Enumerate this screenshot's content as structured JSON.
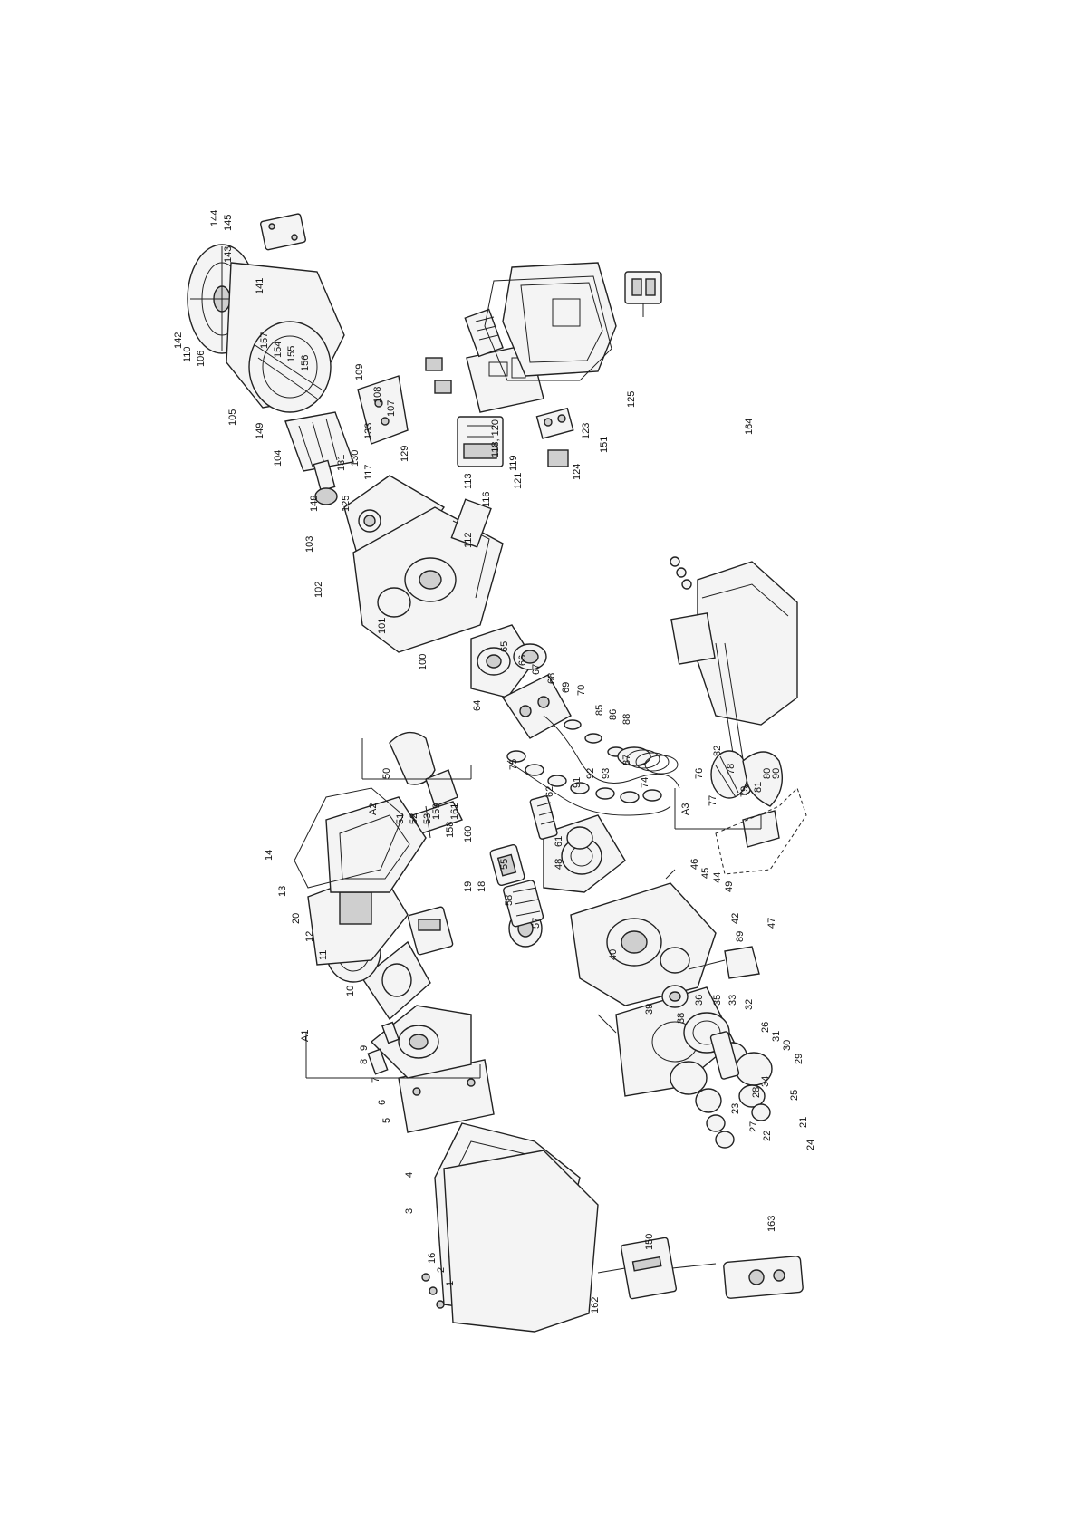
{
  "diagram": {
    "orientation": "rotated -90deg",
    "groups": {
      "A1": "A1",
      "A2": "A2",
      "A3": "A3"
    },
    "parts": {
      "p1": "1",
      "p2": "2",
      "p3": "3",
      "p4": "4",
      "p5": "5",
      "p6": "6",
      "p7": "7",
      "p8": "8",
      "p9": "9",
      "p10": "10",
      "p11": "11",
      "p12": "12",
      "p13": "13",
      "p14": "14",
      "p16": "16",
      "p18": "18",
      "p19": "19",
      "p20": "20",
      "p21": "21",
      "p22": "22",
      "p23": "23",
      "p24": "24",
      "p25": "25",
      "p26": "26",
      "p27": "27",
      "p28": "28",
      "p29": "29",
      "p30": "30",
      "p31": "31",
      "p32": "32",
      "p33": "33",
      "p34": "34",
      "p35": "35",
      "p36": "36",
      "p38": "38",
      "p39": "39",
      "p40": "40",
      "p42": "42",
      "p44": "44",
      "p45": "45",
      "p46": "46",
      "p47": "47",
      "p48": "48",
      "p49": "49",
      "p50": "50",
      "p51": "51",
      "p52": "52",
      "p53": "53",
      "p55": "55",
      "p57": "57",
      "p58": "58",
      "p61": "61",
      "p62": "62",
      "p64": "64",
      "p65": "65",
      "p66": "66",
      "p67": "67",
      "p68": "68",
      "p69": "69",
      "p70": "70",
      "p74": "74",
      "p75": "75",
      "p76": "76",
      "p77": "77",
      "p78": "78",
      "p79": "79",
      "p80": "80",
      "p81": "81",
      "p82": "82",
      "p85": "85",
      "p86": "86",
      "p87": "87",
      "p88": "88",
      "p89": "89",
      "p90": "90",
      "p91": "91",
      "p92": "92",
      "p93": "93",
      "p100": "100",
      "p101": "101",
      "p102": "102",
      "p103": "103",
      "p104": "104",
      "p105": "105",
      "p106": "106",
      "p107": "107",
      "p108": "108",
      "p109": "109",
      "p110": "110",
      "p112": "112",
      "p113": "113",
      "p116": "116",
      "p117": "117",
      "p118_120": "118, 120",
      "p119": "119",
      "p121": "121",
      "p123": "123",
      "p124": "124",
      "p125": "125",
      "p129": "129",
      "p130": "130",
      "p131": "131",
      "p133": "133",
      "p141": "141",
      "p142": "142",
      "p143": "143",
      "p144": "144",
      "p145": "145",
      "p148": "148",
      "p149": "149",
      "p150": "150",
      "p151": "151",
      "p154": "154",
      "p155": "155",
      "p156": "156",
      "p157": "157",
      "p158": "158",
      "p159": "159",
      "p160": "160",
      "p161": "161",
      "p162": "162",
      "p163": "163",
      "p164": "164"
    }
  }
}
